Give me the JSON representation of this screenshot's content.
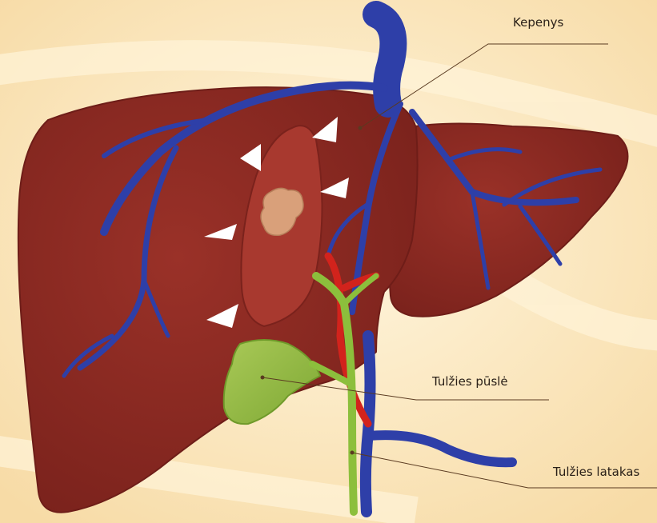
{
  "labels": {
    "liver": "Kepenys",
    "gallbladder": "Tulžies pūslė",
    "bile_duct": "Tulžies latakas"
  },
  "colors": {
    "background": "#fbe9c4",
    "background_light": "#fff3d8",
    "liver": "#8e2a22",
    "liver_dark": "#6e1d18",
    "liver_segment": "#a8392f",
    "vein": "#2e3fa8",
    "vein_dark": "#1d2c86",
    "artery": "#d2231c",
    "bile": "#8cbf3c",
    "gallbladder": "#9ec24a",
    "tumor": "#d9a07a",
    "arrow": "#ffffff",
    "leader_line": "#5a3a20"
  }
}
